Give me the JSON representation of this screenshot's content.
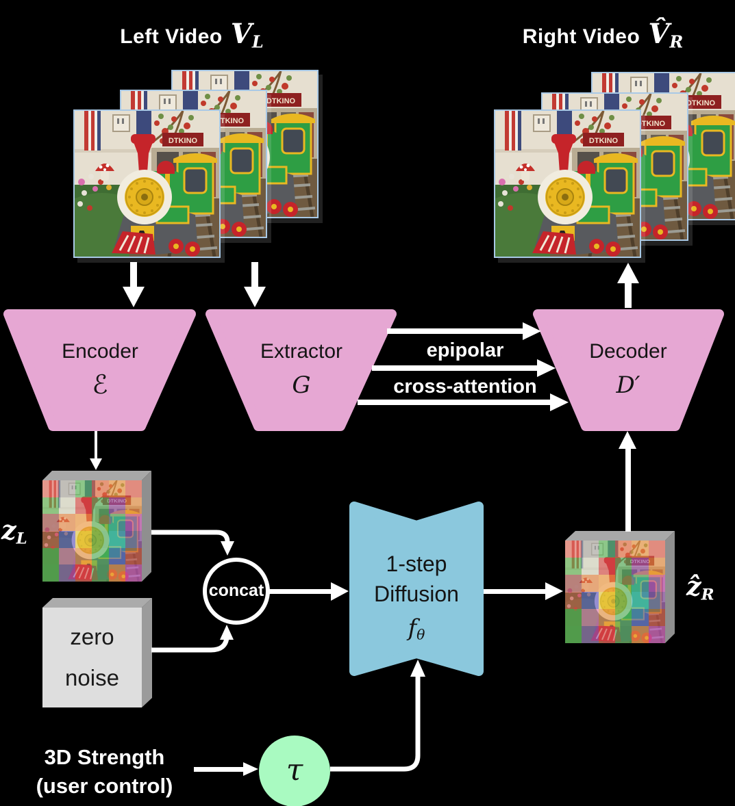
{
  "left_video": {
    "label": "Left Video",
    "symbol": "V",
    "symbol_sub": "L"
  },
  "right_video": {
    "label": "Right Video",
    "symbol": "V̂",
    "symbol_sub": "R"
  },
  "encoder": {
    "label": "Encoder",
    "symbol": "ℰ"
  },
  "extractor": {
    "label": "Extractor",
    "symbol": "G"
  },
  "decoder": {
    "label": "Decoder",
    "symbol": "D′"
  },
  "attention": {
    "line1": "epipolar",
    "line2": "cross-attention"
  },
  "latent_left": {
    "label": "z",
    "label_sub": "L"
  },
  "latent_right": {
    "label": "ẑ",
    "label_sub": "R"
  },
  "zero_noise": {
    "line1": "zero",
    "line2": "noise"
  },
  "concat": {
    "label": "concat"
  },
  "diffusion": {
    "line1": "1-step",
    "line2": "Diffusion",
    "symbol": "f",
    "symbol_sub": "θ"
  },
  "tau": {
    "symbol": "τ"
  },
  "strength": {
    "line1": "3D Strength",
    "line2": "(user control)"
  },
  "palette": {
    "trapezoid_pink": "#e6a7d3",
    "diffusion_blue": "#8bc8dd",
    "tau_mint": "#a9fac1",
    "arrow_white": "#ffffff",
    "background": "#000000",
    "cube_gray": "#a8a8a8",
    "frame_border": "#a9c9e6",
    "noise_gray": "#dedede"
  },
  "latents": {
    "grid_colors": [
      "#e05a4e",
      "#9e9e9e",
      "#3fae49",
      "#e2572b",
      "#e8862a",
      "#d94436",
      "#44a93c",
      "#cfd6c2",
      "#d23333",
      "#37a648",
      "#8e44ad",
      "#e07b28",
      "#8e2f2f",
      "#e2762f",
      "#ef8e2e",
      "#3da23d",
      "#2fa6a0",
      "#c13fc1",
      "#c23b30",
      "#4a3fc1",
      "#e0c32e",
      "#2f9e44",
      "#35b6c9",
      "#7e3fae",
      "#3f9e3a",
      "#e06ab0",
      "#e0832e",
      "#37a648",
      "#3a58c9",
      "#c23b30",
      "#3da23d",
      "#7e3fae",
      "#d23333",
      "#2f9e44",
      "#e8862a",
      "#c13fc1"
    ]
  }
}
